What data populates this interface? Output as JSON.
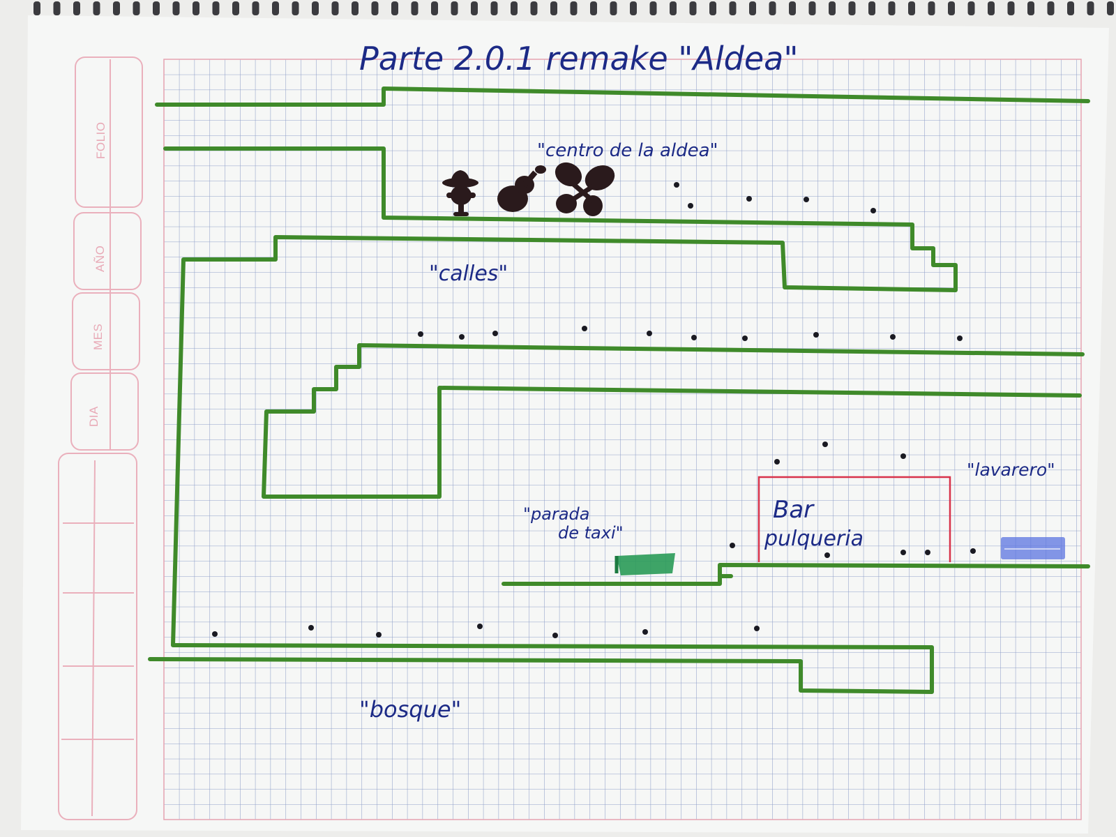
{
  "page_title": "Parte 2.0.1 remake \"Aldea\"",
  "margin_labels": [
    "FOLIO",
    "AÑO",
    "MES",
    "DIA"
  ],
  "areas": {
    "village_center": "\"centro de la aldea\"",
    "streets": "\"calles\"",
    "taxi_stop_line1": "\"parada",
    "taxi_stop_line2": "de taxi\"",
    "bar_line1": "Bar",
    "bar_line2": "pulqueria",
    "shop": "\"lavarero\"",
    "forest": "\"bosque\""
  },
  "colors": {
    "paper": "#f6f7f6",
    "grid": "#8f9fc9",
    "wall": "#3f8a2a",
    "ink": "#1c2a86",
    "bar_outline": "#d8324a",
    "taxi": "#2a9a58",
    "shop_block": "#5b74e0",
    "margin": "#e8a9b6"
  },
  "icons": [
    "hat-figure-icon",
    "guitar-icon",
    "maracas-icon"
  ]
}
